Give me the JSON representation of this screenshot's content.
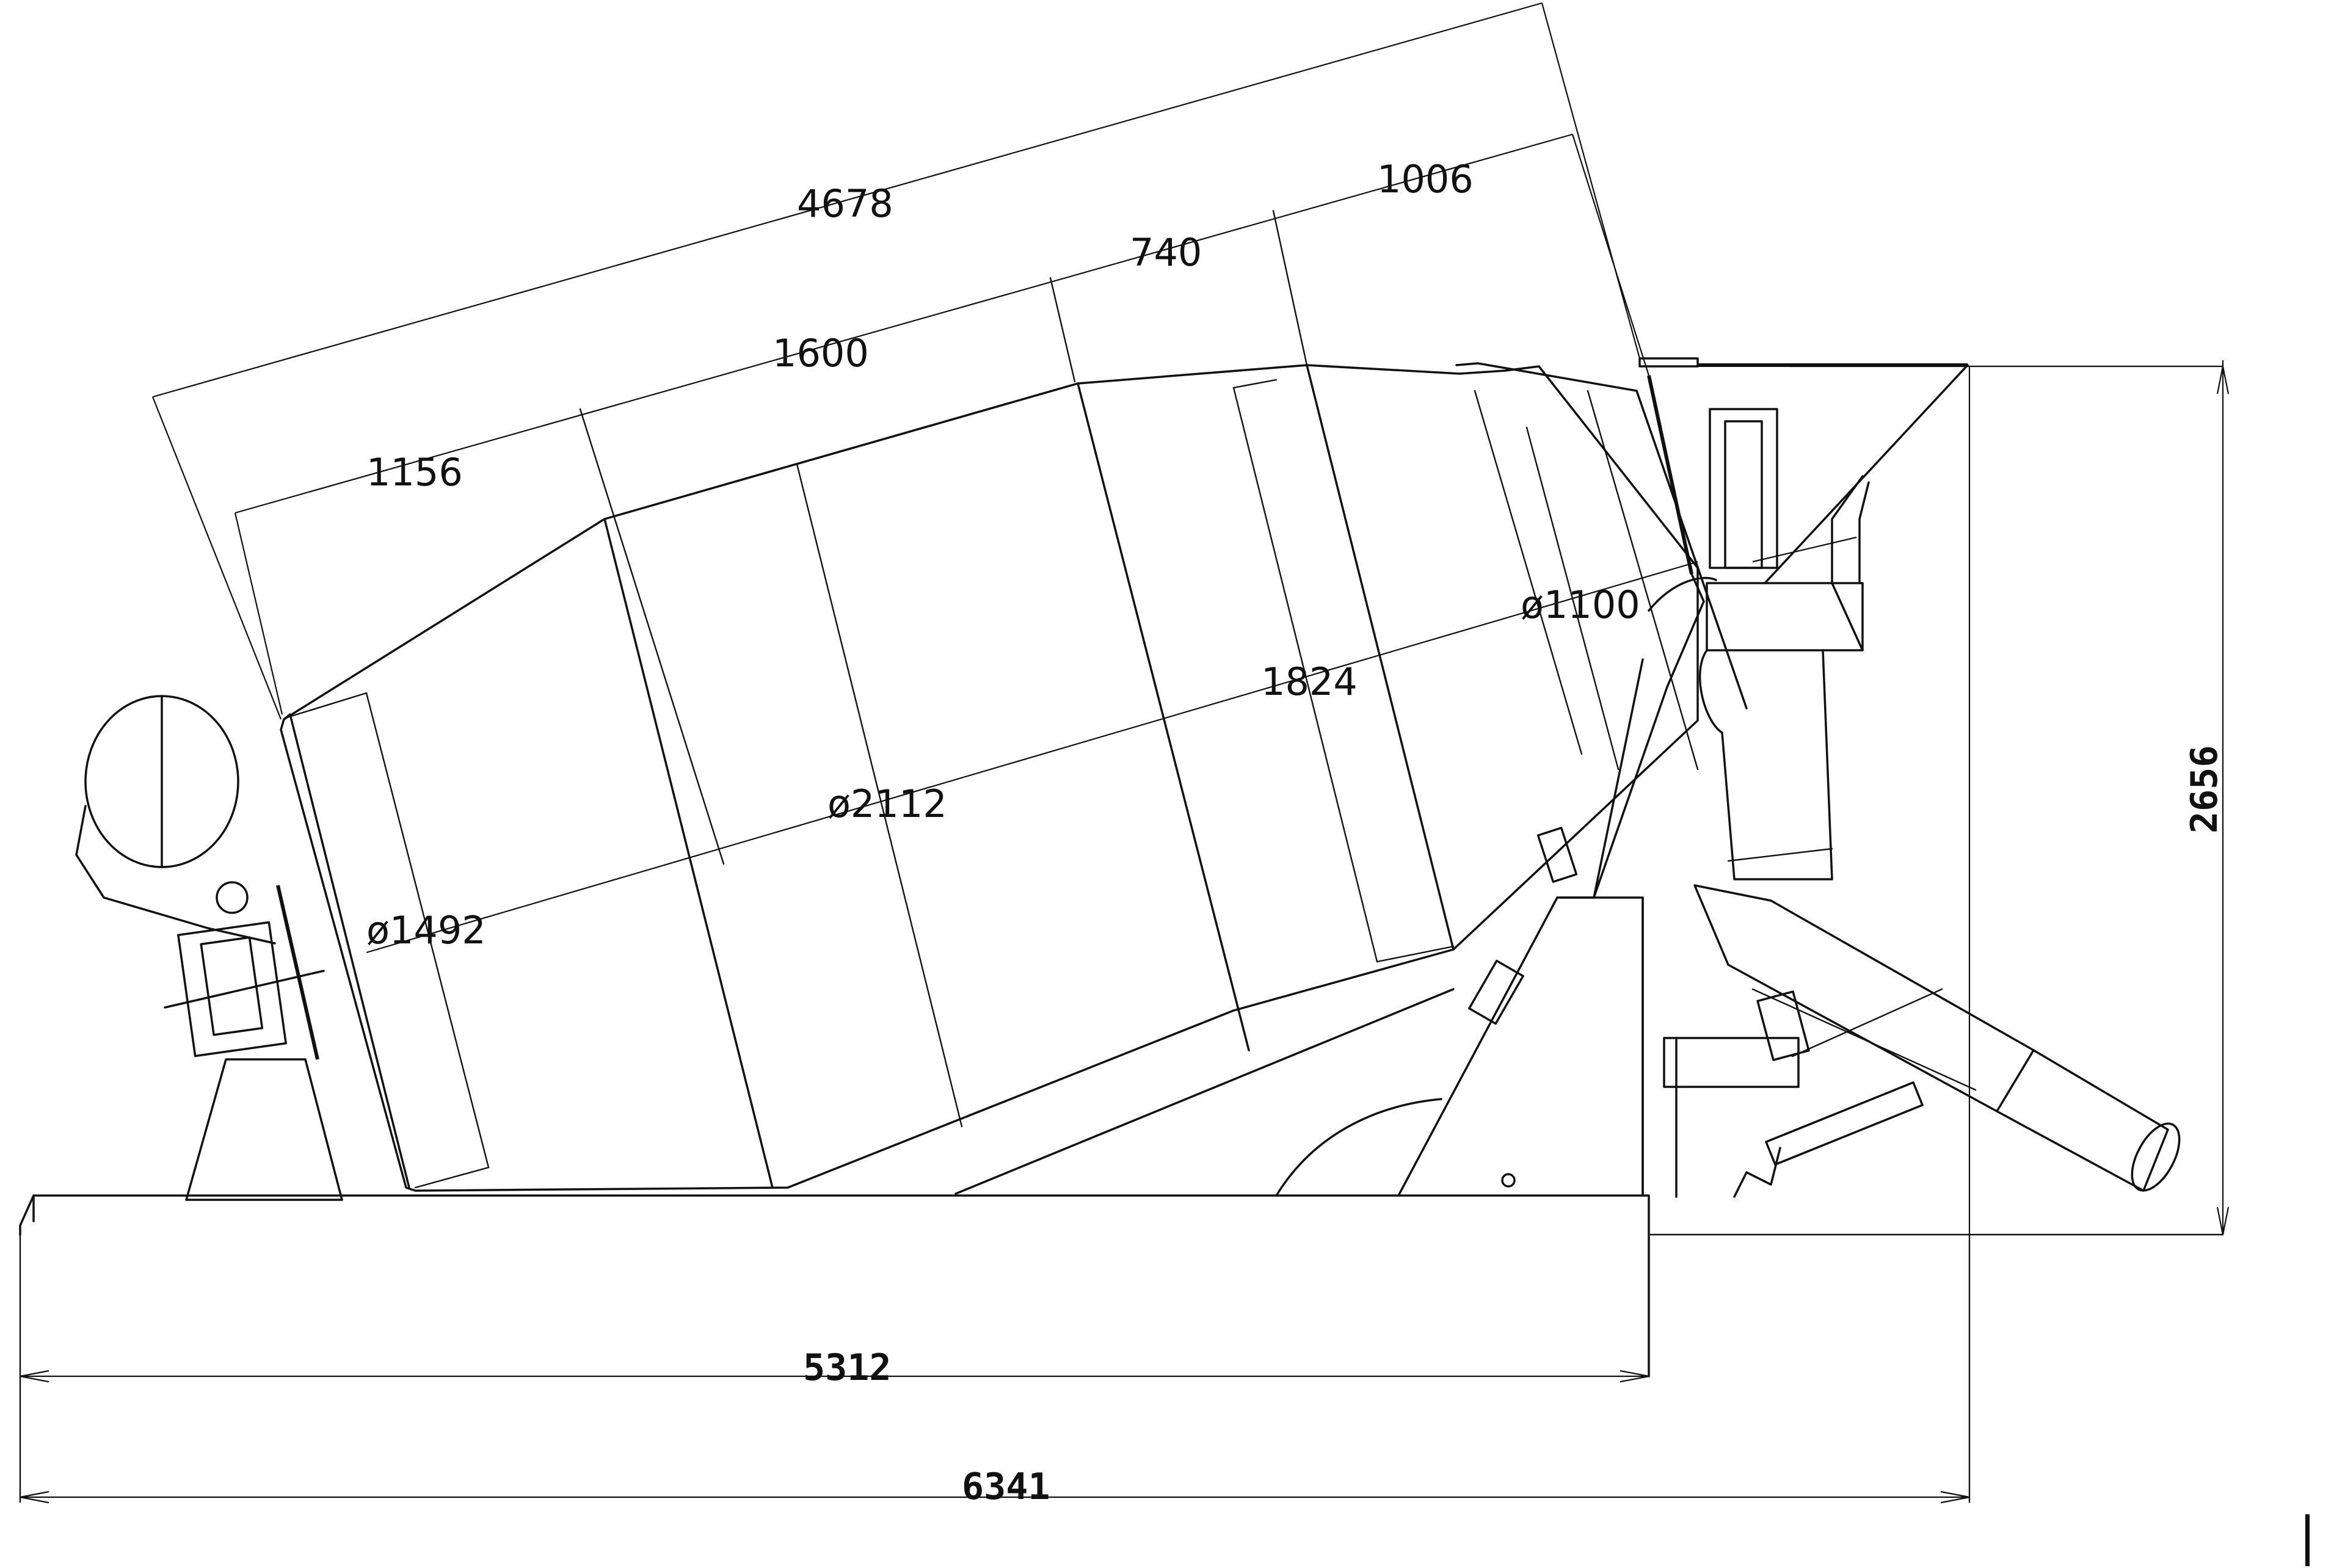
{
  "drawing": {
    "dimensions": {
      "drum_length": "4678",
      "front_cone": "1156",
      "first_section": "1600",
      "middle_section": "740",
      "rear_section": "1006",
      "opening_diameter": "ø1100",
      "rear_diameter": "1824",
      "drum_diameter": "ø2112",
      "front_diameter": "ø1492",
      "subframe_length": "5312",
      "overall_length": "6341",
      "overall_height": "2656"
    }
  }
}
